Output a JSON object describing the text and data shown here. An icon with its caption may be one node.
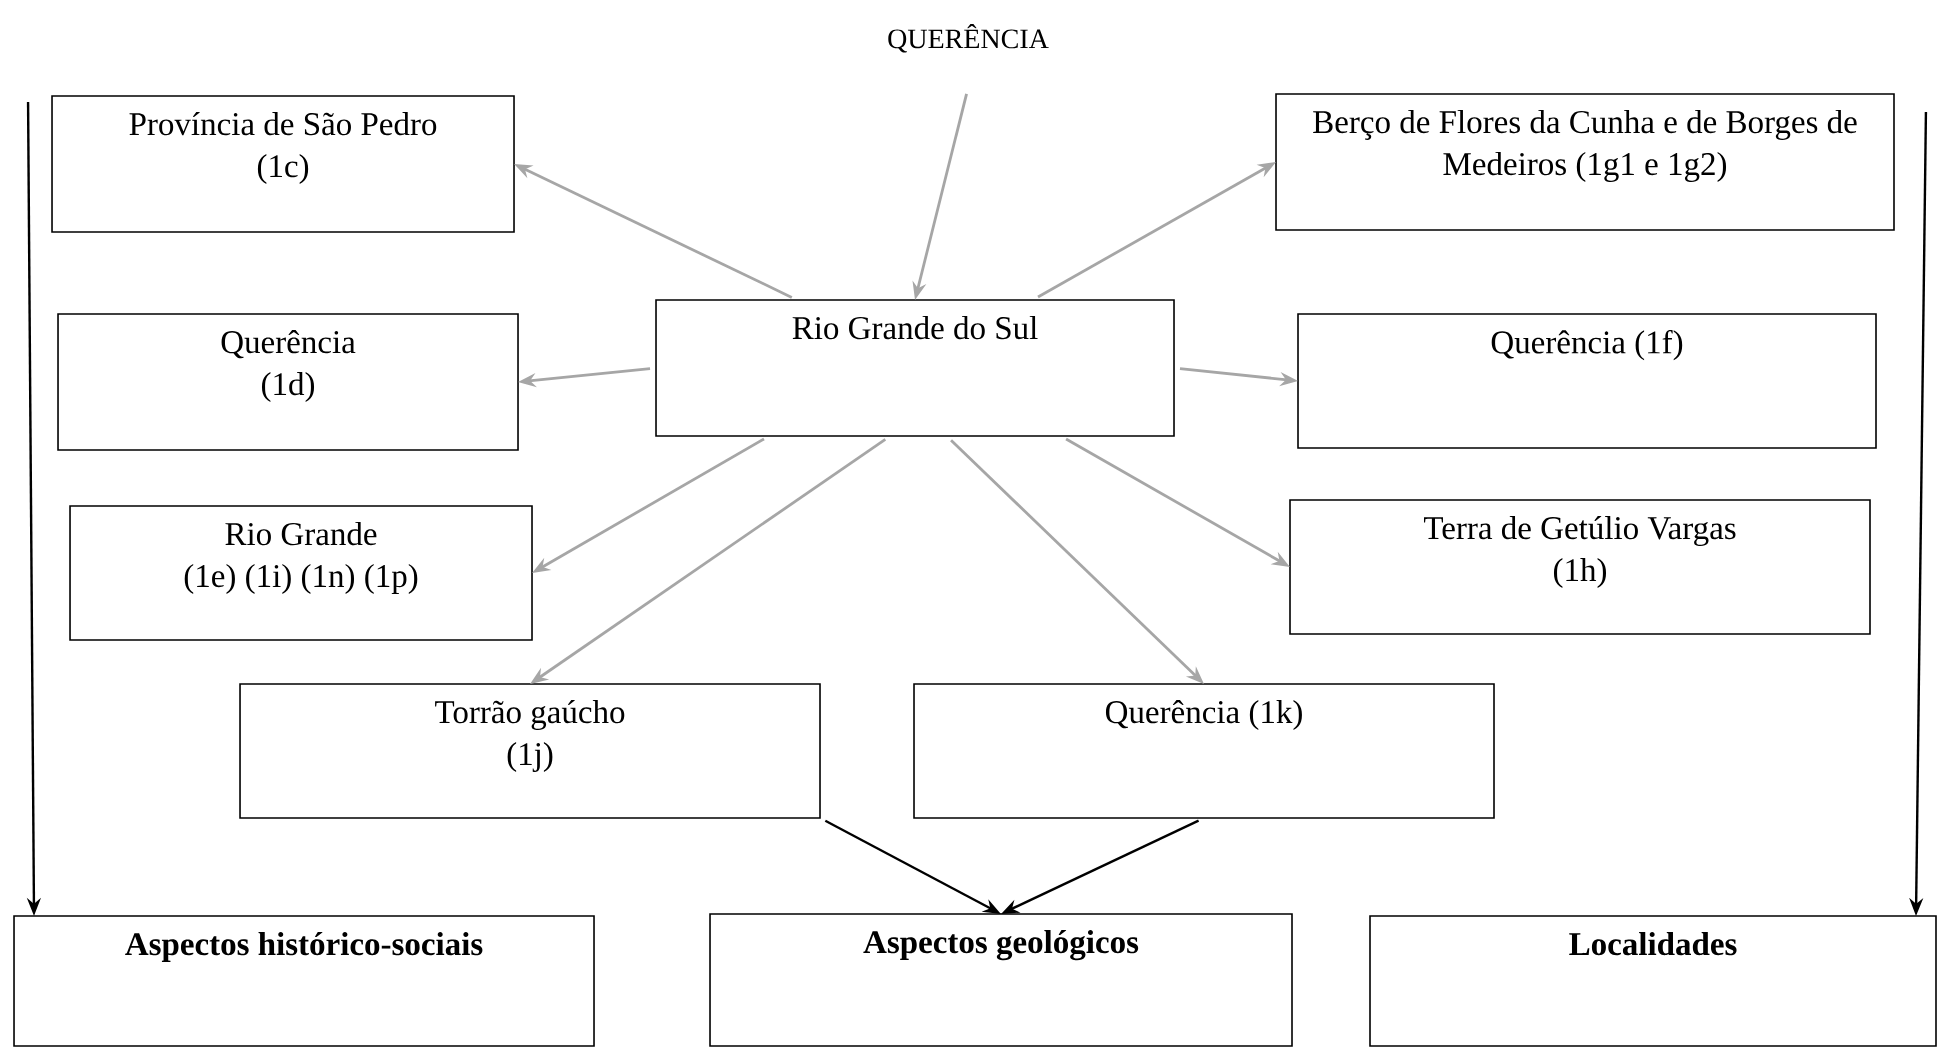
{
  "diagram": {
    "nodes": [
      {
        "text": [
          "QUERÊNCIA"
        ]
      },
      {
        "text": [
          "Província de São Pedro",
          "(1c)"
        ]
      },
      {
        "text": [
          "Berço de Flores da Cunha e de Borges de Medeiros (1g1 e 1g2)"
        ]
      },
      {
        "text": [
          "Rio Grande do Sul"
        ]
      },
      {
        "text": [
          "Querência",
          "(1d)"
        ]
      },
      {
        "text": [
          "Querência (1f)"
        ]
      },
      {
        "text": [
          "Rio Grande",
          "(1e) (1i) (1n) (1p)"
        ]
      },
      {
        "text": [
          "Terra de Getúlio Vargas",
          "(1h)"
        ]
      },
      {
        "text": [
          "Torrão gaúcho",
          "(1j)"
        ]
      },
      {
        "text": [
          "Querência (1k)"
        ]
      },
      {
        "text": [
          "Aspectos histórico-sociais"
        ]
      },
      {
        "text": [
          "Aspectos geológicos"
        ]
      },
      {
        "text": [
          "Localidades"
        ]
      }
    ],
    "edges": [
      {
        "from": 0,
        "to": 3,
        "arrow": "to"
      },
      {
        "from": 3,
        "to": 1,
        "arrow": "to"
      },
      {
        "from": 3,
        "to": 2,
        "arrow": "to"
      },
      {
        "from": 3,
        "to": 4,
        "arrow": "to"
      },
      {
        "from": 3,
        "to": 5,
        "arrow": "to"
      },
      {
        "from": 3,
        "to": 6,
        "arrow": "to"
      },
      {
        "from": 3,
        "to": 7,
        "arrow": "to"
      },
      {
        "from": 3,
        "to": 8,
        "arrow": "to"
      },
      {
        "from": 3,
        "to": 9,
        "arrow": "to"
      },
      {
        "from": 8,
        "to": 11,
        "arrow": "to",
        "color": "#000000"
      },
      {
        "from": 9,
        "to": 11,
        "arrow": "to",
        "color": "#000000"
      },
      {
        "from": null,
        "to": 10,
        "arrow": "to",
        "color": "#000000"
      },
      {
        "from": null,
        "to": 12,
        "arrow": "to",
        "color": "#000000"
      }
    ]
  }
}
